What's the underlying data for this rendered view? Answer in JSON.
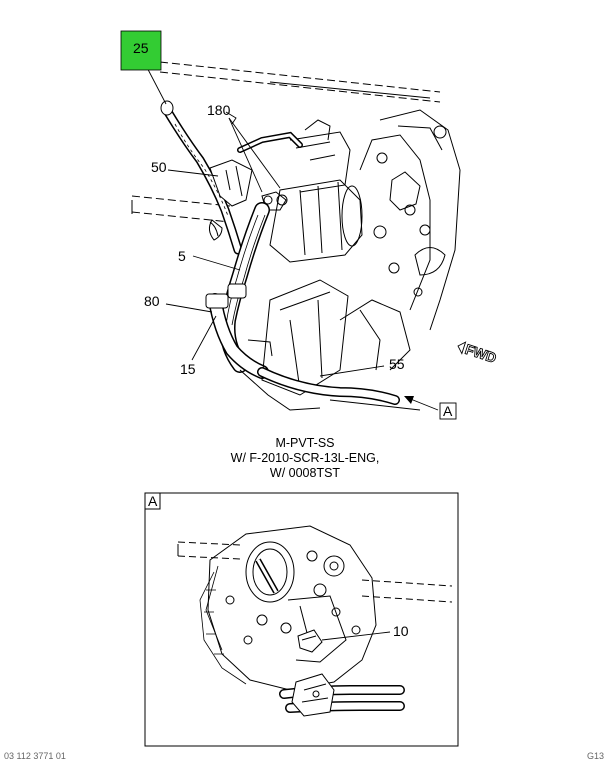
{
  "callouts": {
    "c25": "25",
    "c180": "180",
    "c50": "50",
    "c5": "5",
    "c80": "80",
    "c15": "15",
    "c55": "55",
    "c10": "10"
  },
  "fwd_label": "FWD",
  "view_ref": {
    "arrow_label": "A",
    "detail_label": "A"
  },
  "caption": {
    "line1": "M-PVT-SS",
    "line2": "W/ F-2010-SCR-13L-ENG,",
    "line3": "W/ 0008TST"
  },
  "footer": {
    "left": "03 112 3771 01",
    "right": "G13"
  },
  "colors": {
    "highlight": "#33cc33",
    "line": "#000000",
    "background": "#ffffff"
  }
}
